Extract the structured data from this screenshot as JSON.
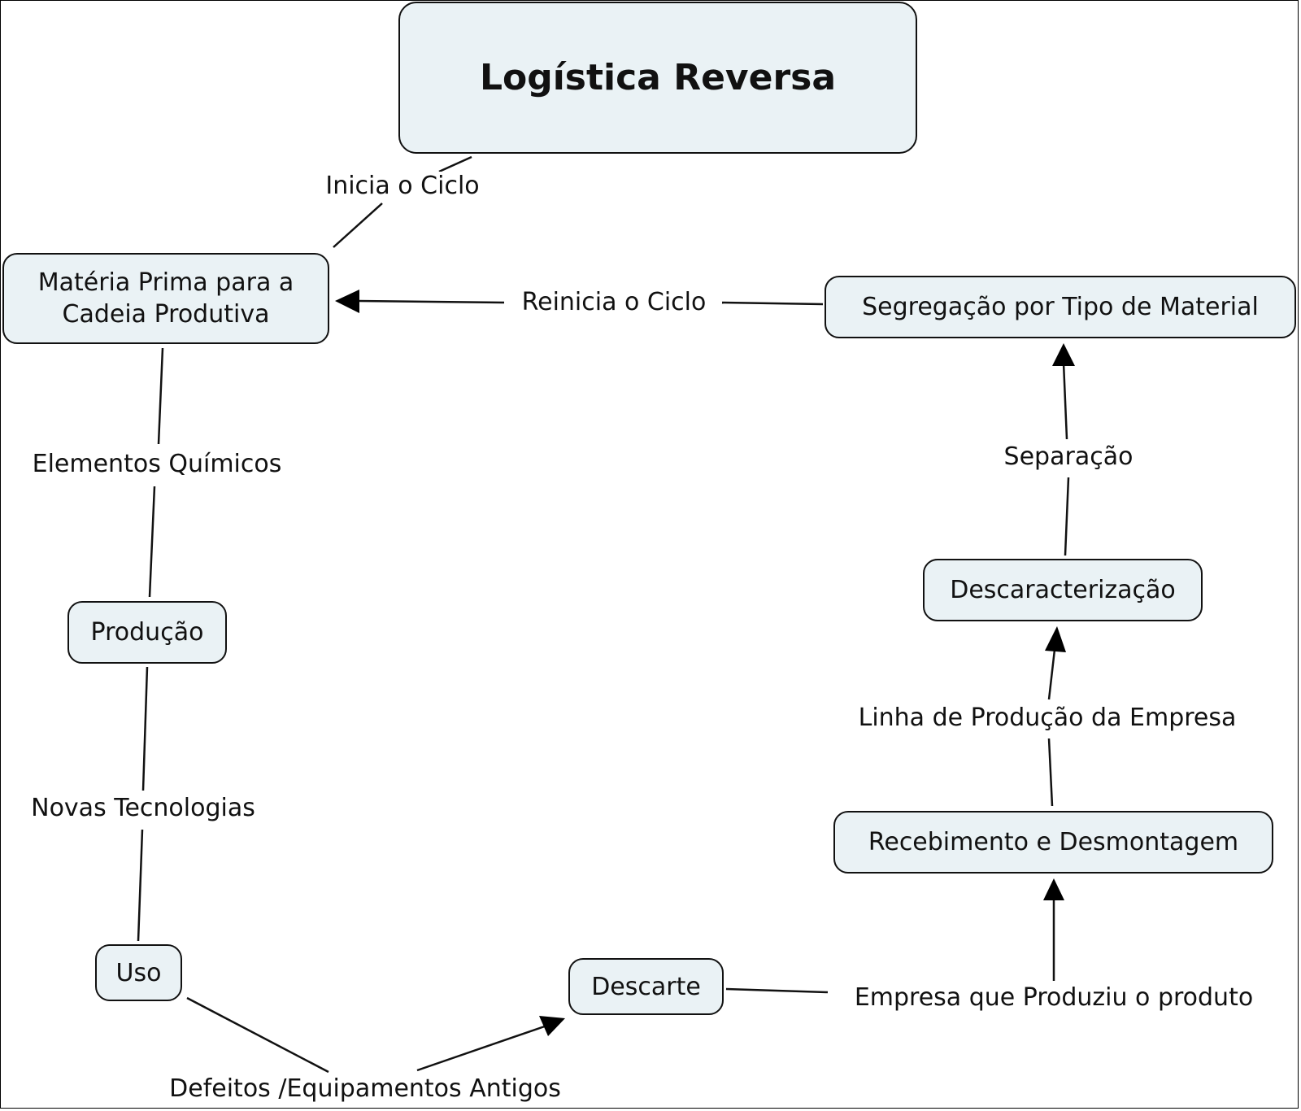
{
  "diagram": {
    "title": "Logística Reversa",
    "colors": {
      "node_fill": "#eaf2f5",
      "stroke": "#111111",
      "background": "#ffffff"
    },
    "nodes": {
      "root": "Logística Reversa",
      "materia_prima": "Matéria Prima para a\nCadeia Produtiva",
      "producao": "Produção",
      "uso": "Uso",
      "descarte": "Descarte",
      "recebimento": "Recebimento e Desmontagem",
      "descaracterizacao": "Descaracterização",
      "segregacao": "Segregação por Tipo de Material"
    },
    "links": {
      "inicia": "Inicia o Ciclo",
      "elementos": "Elementos Químicos",
      "novas": "Novas Tecnologias",
      "defeitos": "Defeitos /Equipamentos Antigos",
      "empresa": "Empresa que Produziu o produto",
      "linha": "Linha de Produção da Empresa",
      "separacao": "Separação",
      "reinicia": "Reinicia o Ciclo"
    },
    "edges": [
      {
        "from": "root",
        "via": "inicia",
        "to": "materia_prima",
        "arrow": false
      },
      {
        "from": "materia_prima",
        "via": "elementos",
        "to": "producao",
        "arrow": false
      },
      {
        "from": "producao",
        "via": "novas",
        "to": "uso",
        "arrow": false
      },
      {
        "from": "uso",
        "via": "defeitos",
        "to": "descarte",
        "arrow": true
      },
      {
        "from": "descarte",
        "via": "empresa",
        "to": "recebimento",
        "arrow": true
      },
      {
        "from": "recebimento",
        "via": "linha",
        "to": "descaracterizacao",
        "arrow": true
      },
      {
        "from": "descaracterizacao",
        "via": "separacao",
        "to": "segregacao",
        "arrow": true
      },
      {
        "from": "segregacao",
        "via": "reinicia",
        "to": "materia_prima",
        "arrow": true
      }
    ]
  }
}
